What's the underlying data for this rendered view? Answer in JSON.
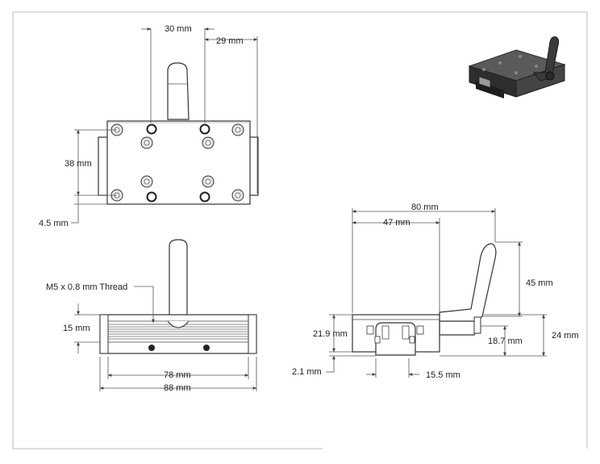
{
  "dimensions": {
    "top_30": "30 mm",
    "top_29": "29 mm",
    "left_38": "38 mm",
    "left_45": "4.5 mm",
    "thread": "M5 x 0.8 mm Thread",
    "front_15": "15 mm",
    "front_78": "78 mm",
    "front_88": "88 mm",
    "side_80": "80 mm",
    "side_47": "47 mm",
    "side_45": "45 mm",
    "side_219": "21.9 mm",
    "side_24": "24 mm",
    "side_187": "18.7 mm",
    "side_21": "2.1 mm",
    "side_155": "15.5 mm"
  },
  "colors": {
    "line": "#555555",
    "outline": "#333333",
    "dark_part": "#3a3a3a",
    "frame": "#bbbbbb"
  }
}
